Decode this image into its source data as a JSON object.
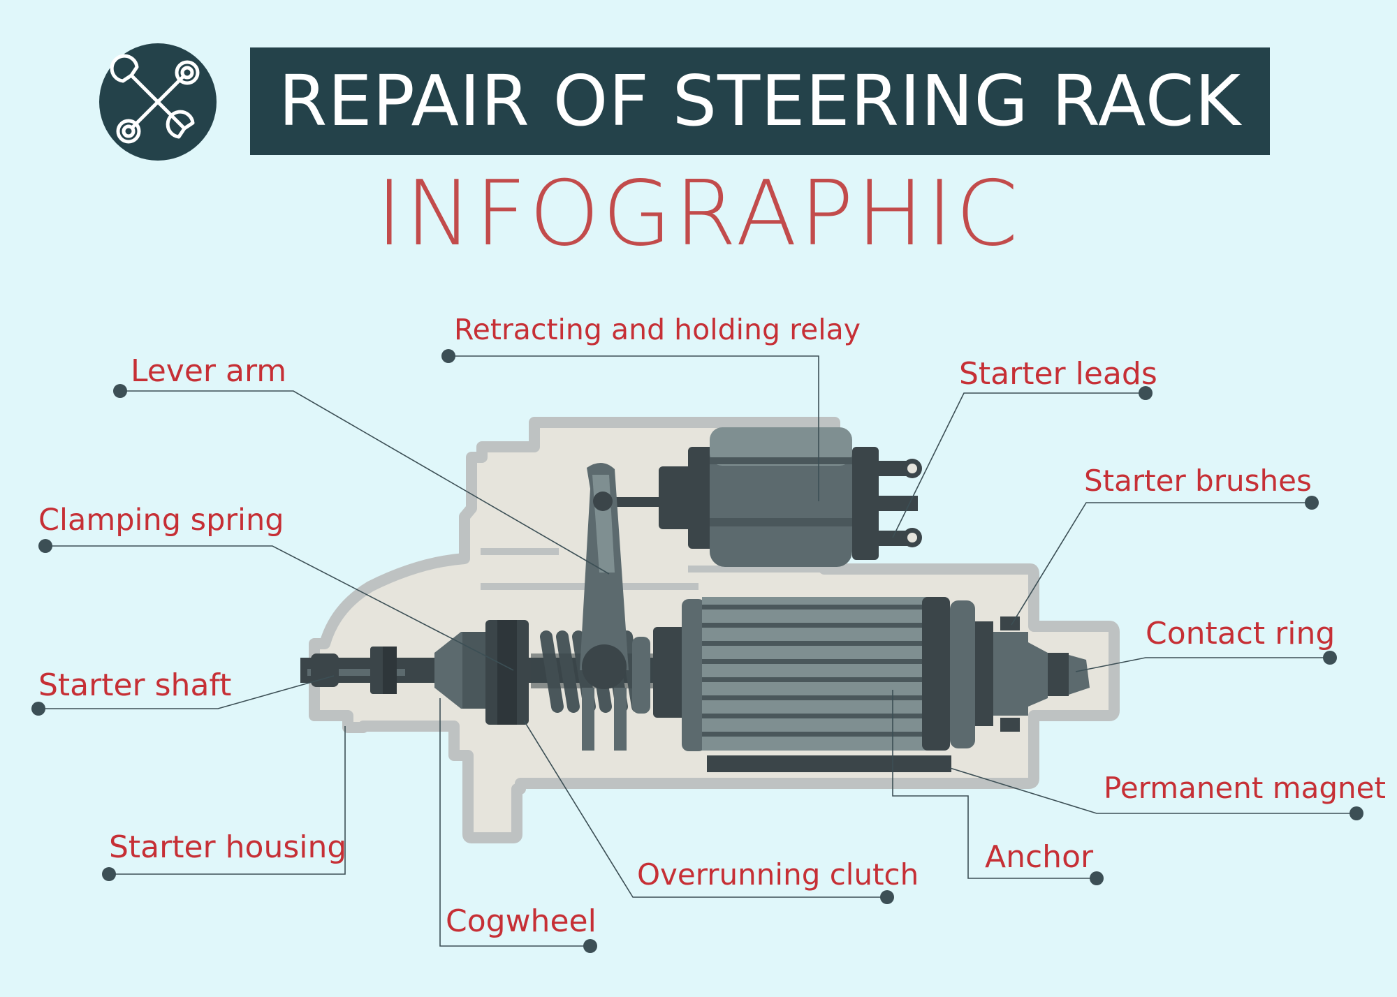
{
  "header": {
    "title": "REPAIR OF STEERING RACK",
    "subtitle": "INFOGRAPHIC",
    "badge_icon": "wrench-cross-icon"
  },
  "colors": {
    "background": "#e0f7fa",
    "title_bar": "#24424a",
    "label": "#c62f35",
    "subtitle": "#c24b4b",
    "leader_line": "#3c4f55",
    "housing": "#e6e4dc",
    "housing_outline": "#bec2c2",
    "part_dark": "#3b4549",
    "part_mid": "#5c6a6e",
    "part_light": "#7f8f91"
  },
  "labels": {
    "retracting_relay": "Retracting and holding relay",
    "lever_arm": "Lever arm",
    "starter_leads": "Starter leads",
    "starter_brushes": "Starter brushes",
    "clamping_spring": "Clamping spring",
    "contact_ring": "Contact ring",
    "starter_shaft": "Starter shaft",
    "permanent_magnet": "Permanent magnet",
    "anchor": "Anchor",
    "starter_housing": "Starter housing",
    "overrunning_clutch": "Overrunning clutch",
    "cogwheel": "Cogwheel"
  }
}
